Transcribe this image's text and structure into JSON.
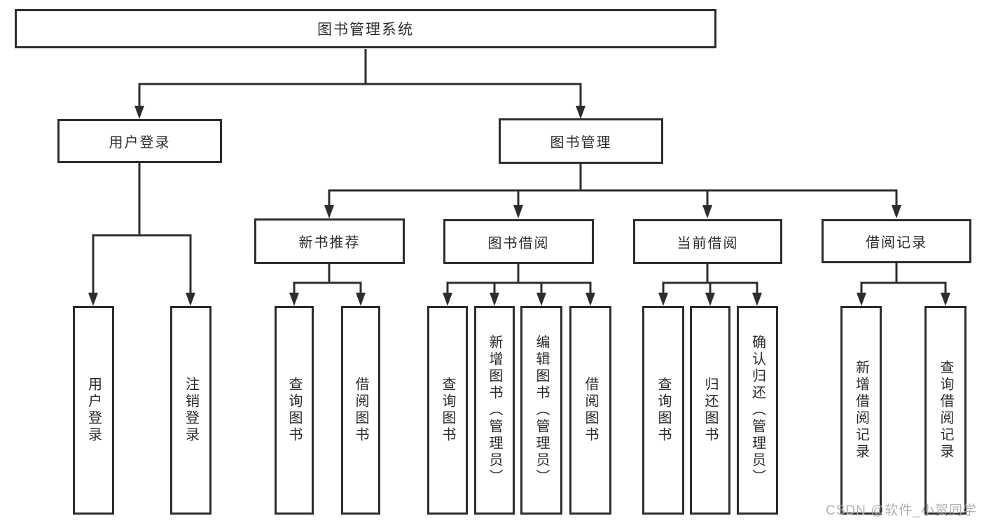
{
  "diagram": {
    "title": "图书管理系统",
    "branches": [
      {
        "label": "用户登录",
        "leaves": [
          "用户登录",
          "注销登录"
        ]
      },
      {
        "label": "图书管理",
        "children": [
          {
            "label": "新书推荐",
            "leaves": [
              "查询图书",
              "借阅图书"
            ]
          },
          {
            "label": "图书借阅",
            "leaves": [
              "查询图书",
              "新增图书（管理员）",
              "编辑图书（管理员）",
              "借阅图书"
            ]
          },
          {
            "label": "当前借阅",
            "leaves": [
              "查询图书",
              "归还图书",
              "确认归还（管理员）"
            ]
          },
          {
            "label": "借阅记录",
            "leaves": [
              "新增借阅记录",
              "查询借阅记录"
            ]
          }
        ]
      }
    ]
  },
  "watermark": "CSDN @软件_小贺同学",
  "colors": {
    "line": "#2d2d2d",
    "text": "#2b2b2b",
    "box_background": "#ffffff",
    "page_background": "#ffffff",
    "watermark": "#a9a9a9"
  }
}
